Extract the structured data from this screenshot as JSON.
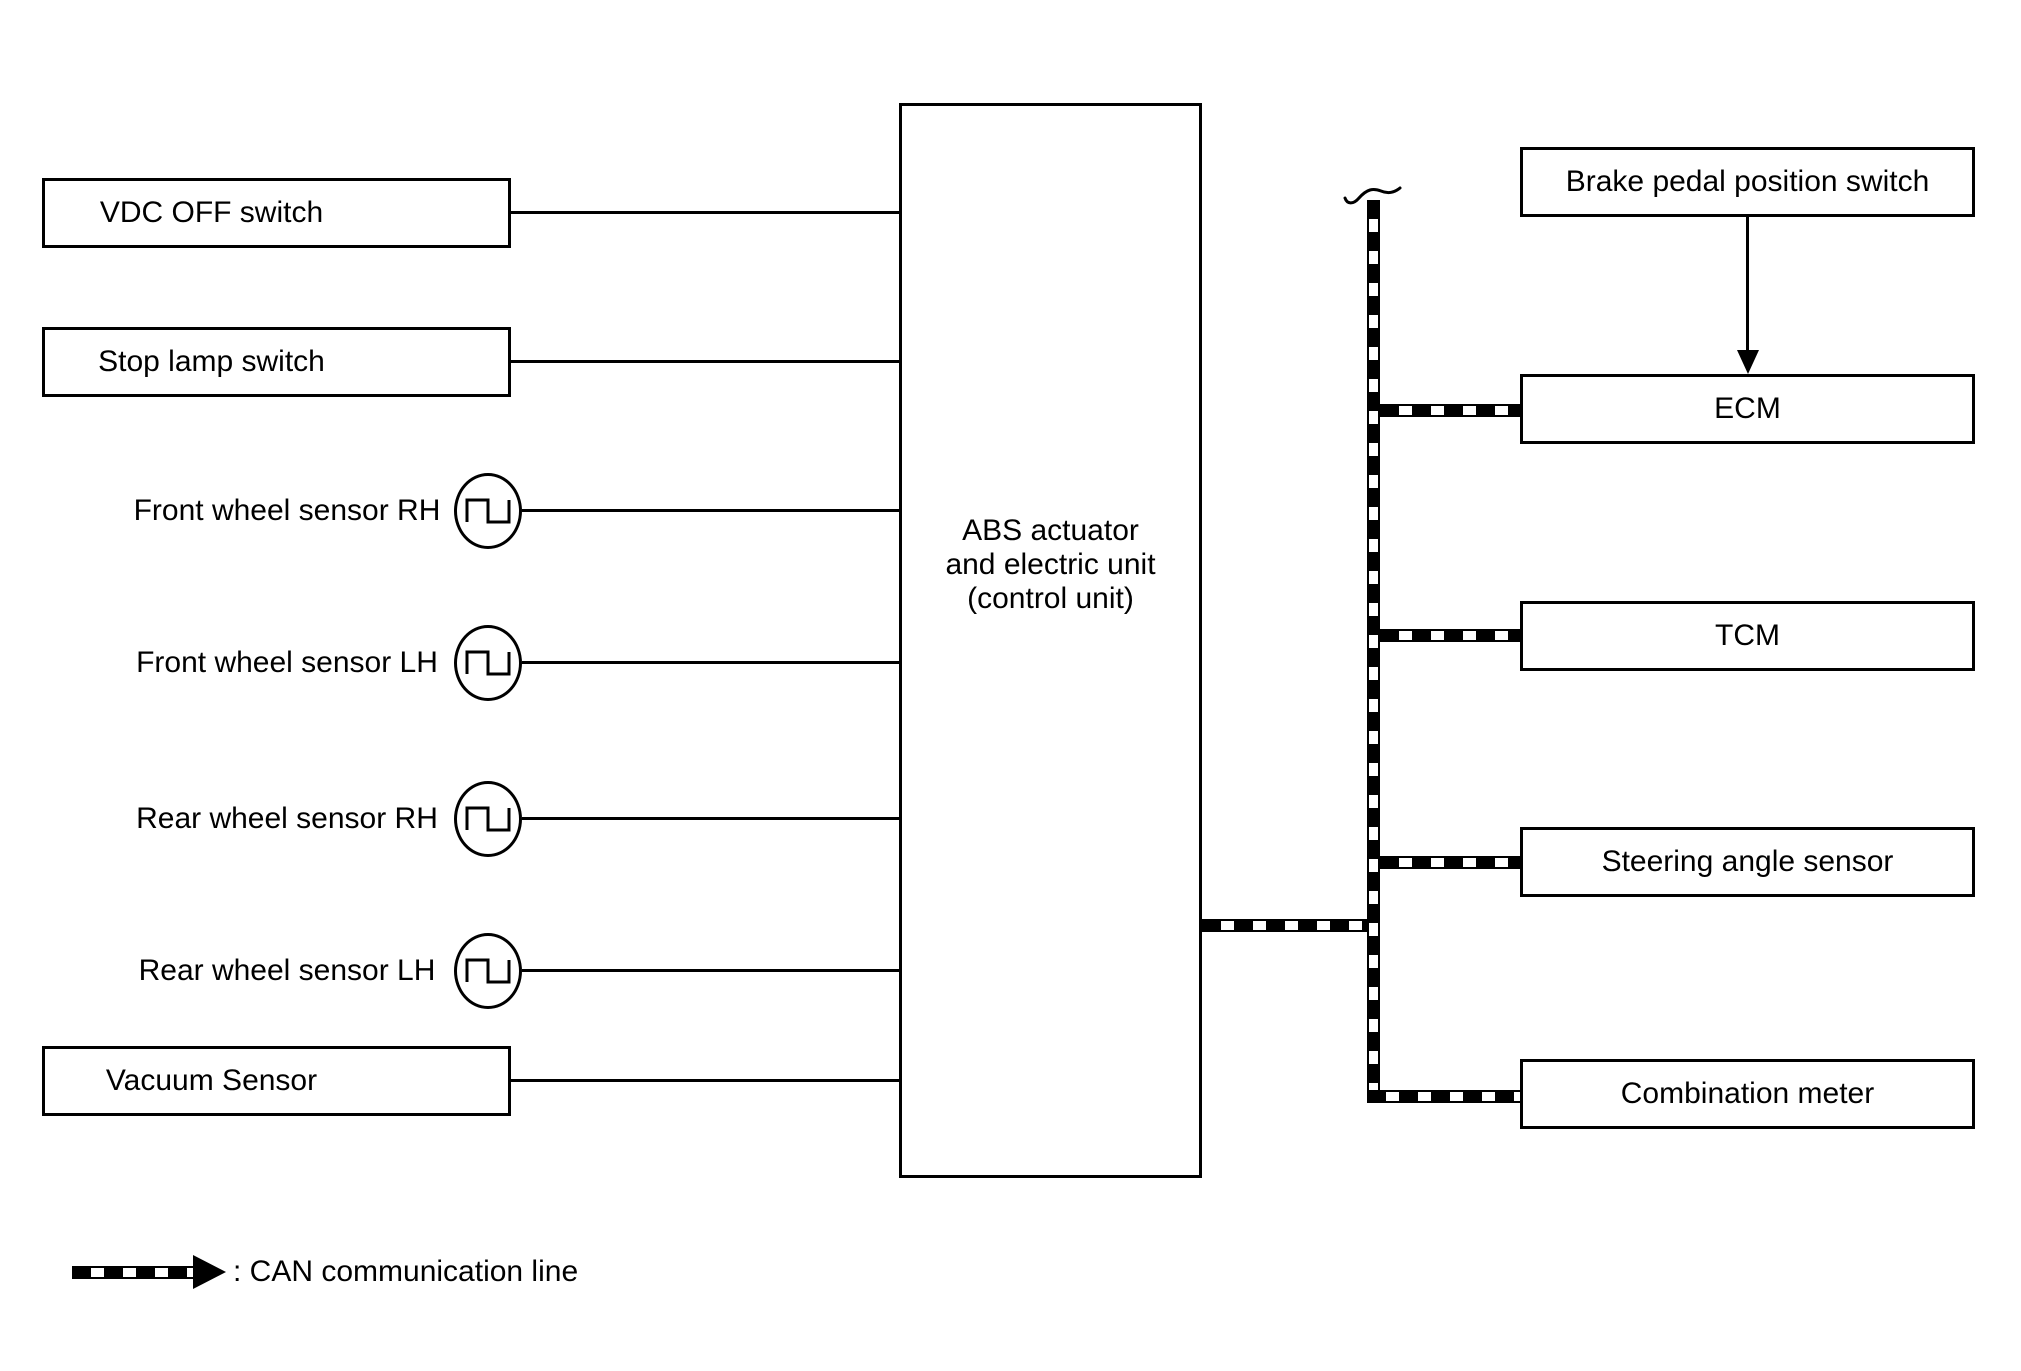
{
  "left_column": {
    "boxes": [
      "VDC OFF switch",
      "Stop lamp switch",
      "Vacuum Sensor"
    ],
    "sensors": [
      "Front wheel sensor RH",
      "Front wheel sensor LH",
      "Rear wheel sensor RH",
      "Rear wheel sensor LH"
    ]
  },
  "center_box": {
    "lines": [
      "ABS actuator",
      "and electric unit",
      "(control unit)"
    ]
  },
  "right_column": {
    "boxes": [
      "Brake pedal position switch",
      "ECM",
      "TCM",
      "Steering angle sensor",
      "Combination meter"
    ]
  },
  "legend": {
    "label": ": CAN communication line"
  },
  "icons": {
    "wheel_sensor": "pulse-signal-icon",
    "bus_break": "break-squiggle-icon"
  },
  "colors": {
    "ink": "#000000",
    "background": "#ffffff"
  }
}
